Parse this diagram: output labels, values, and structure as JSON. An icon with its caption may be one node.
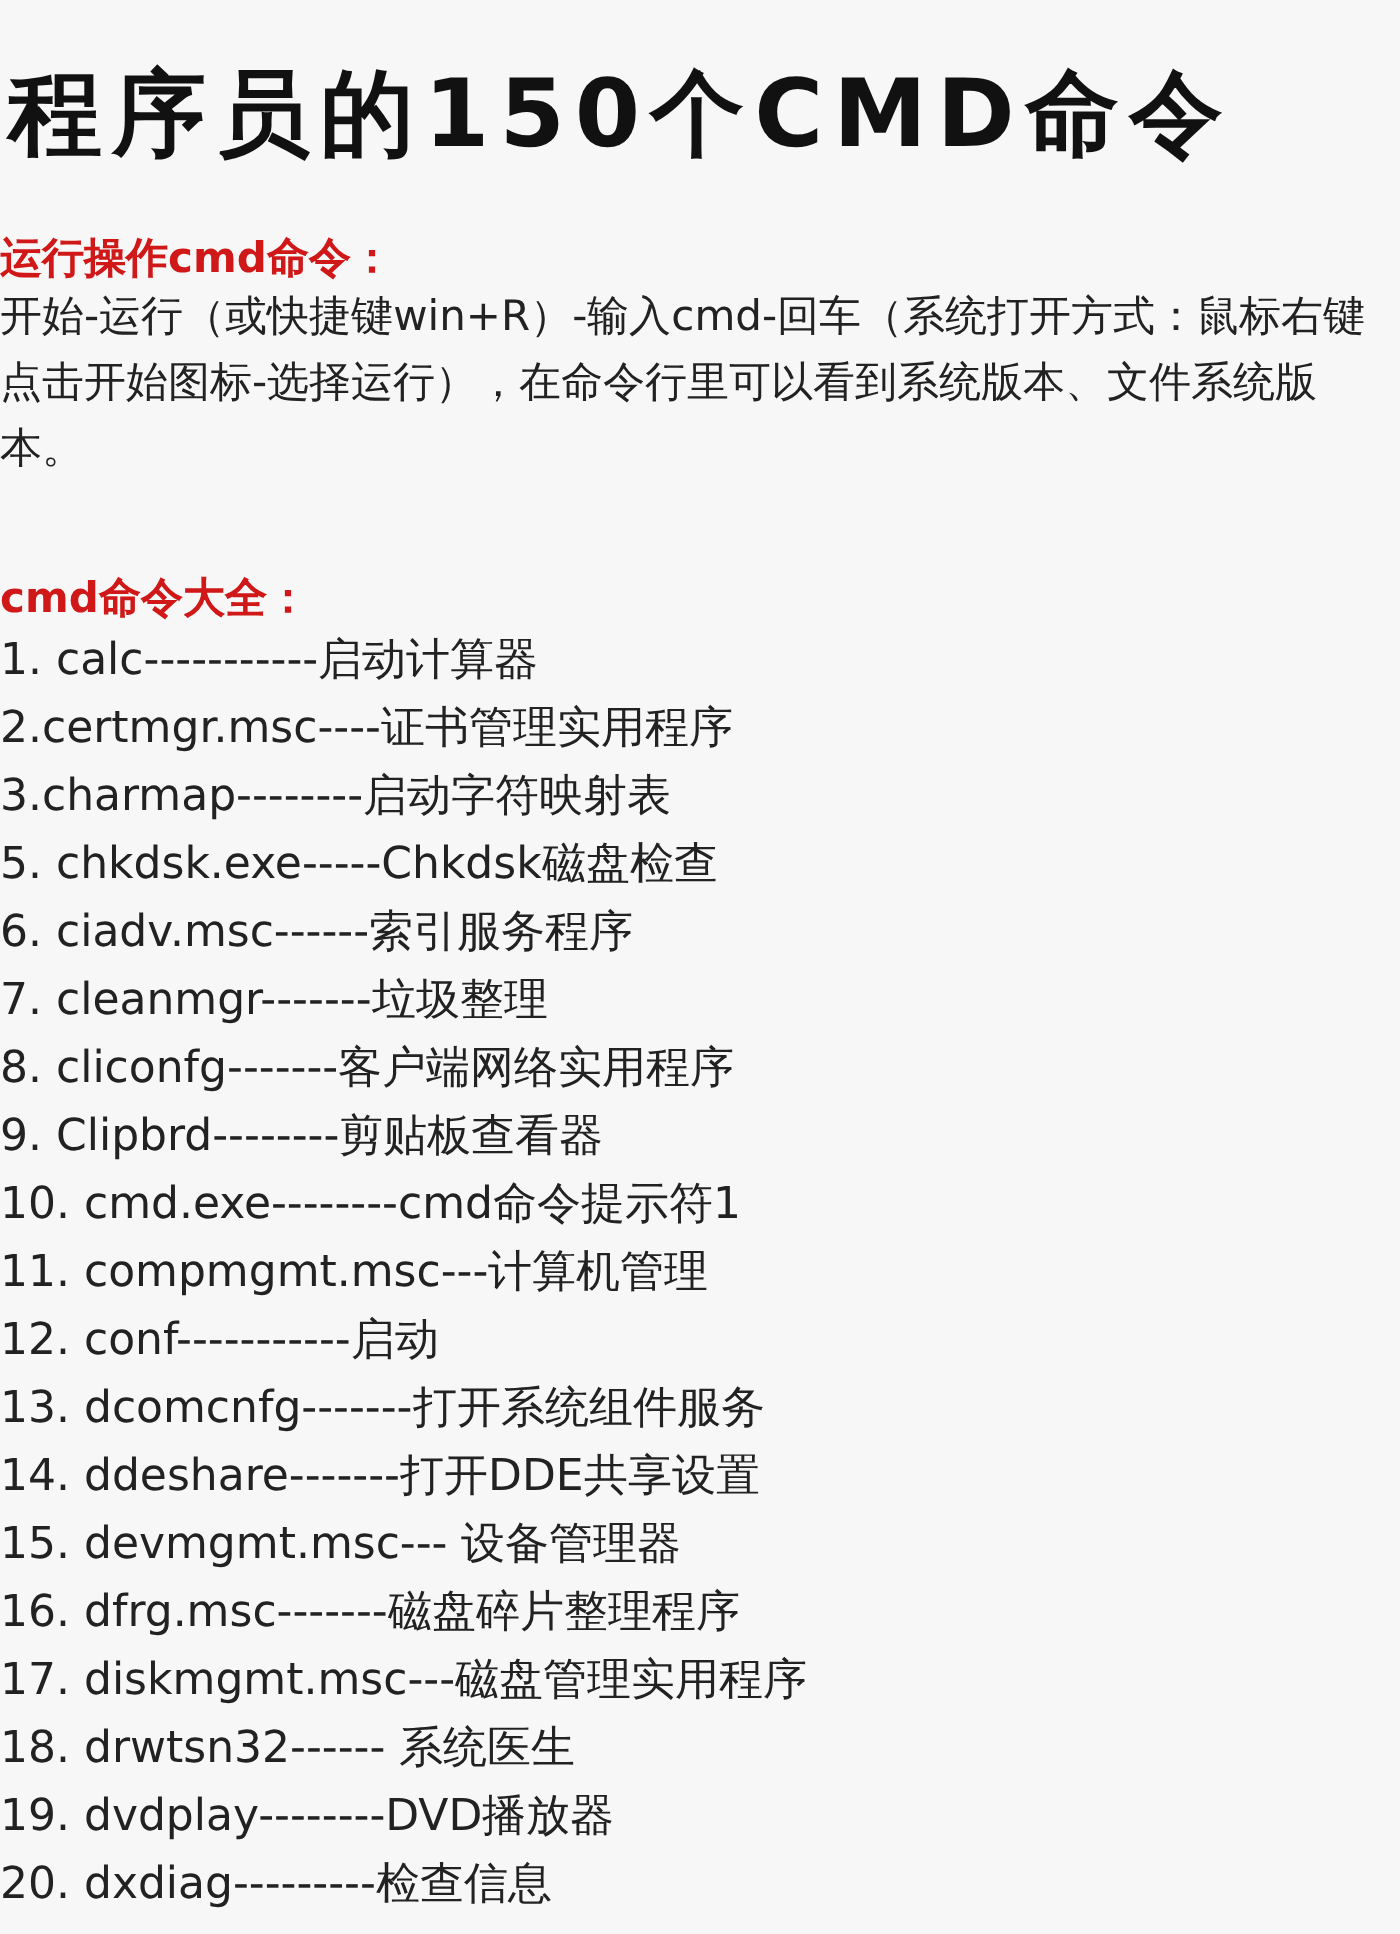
{
  "diagram": {
    "title": "程序员的150个CMD命令",
    "labels": [
      "运行操作cmd命令：",
      "开始-运行（或快捷键win+R）-输入cmd-回车（系统打开方式：鼠标右键点击开始图标-选择运行），在命令行里可以看到系统版本、文件系统版本。",
      "cmd命令大全：",
      "1. calc-----------启动计算器",
      "2.certmgr.msc----证书管理实用程序",
      "3.charmap--------启动字符映射表",
      "5. chkdsk.exe-----Chkdsk磁盘检查",
      "6. ciadv.msc------索引服务程序",
      "7. cleanmgr-------垃圾整理",
      "8. cliconfg-------客户端网络实用程序",
      "9. Clipbrd--------剪贴板查看器",
      "10. cmd.exe--------cmd命令提示符1",
      "11. compmgmt.msc---计算机管理",
      "12. conf-----------启动",
      "13. dcomcnfg-------打开系统组件服务",
      "14. ddeshare-------打开DDE共享设置",
      "15. devmgmt.msc--- 设备管理器",
      "16. dfrg.msc-------磁盘碎片整理程序",
      "17. diskmgmt.msc---磁盘管理实用程序",
      "18. drwtsn32------ 系统医生",
      "19. dvdplay--------DVD播放器",
      "20. dxdiag---------检查信息"
    ]
  }
}
